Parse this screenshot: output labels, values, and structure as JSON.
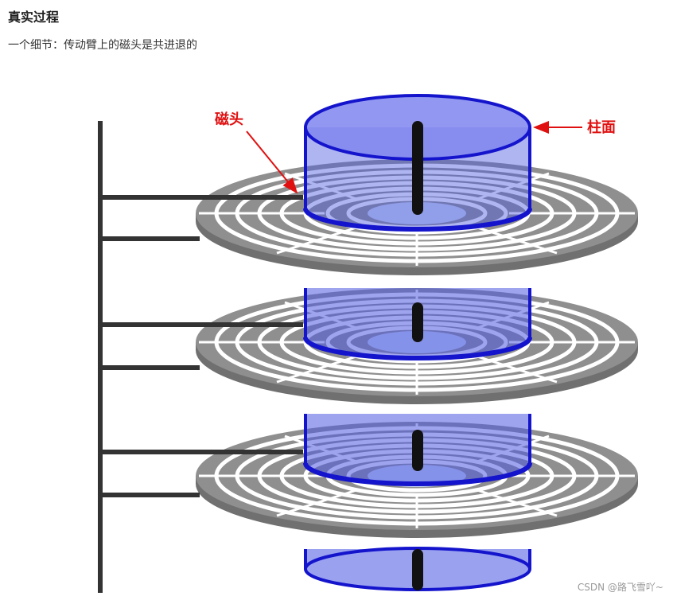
{
  "page": {
    "heading": "真实过程",
    "subtext": "一个细节：传动臂上的磁头是共进退的"
  },
  "diagram": {
    "label_head": "磁头",
    "label_cylinder": "柱面",
    "colors": {
      "platter": "#8a8a8a",
      "platter_rim": "#707070",
      "arm": "#333333",
      "cylinder": "#1414cc",
      "cylinder_fill": "#6f78e8",
      "hub": "#c8d8f4",
      "annotation": "#e01010"
    }
  },
  "watermark": "CSDN @路飞雪吖~"
}
